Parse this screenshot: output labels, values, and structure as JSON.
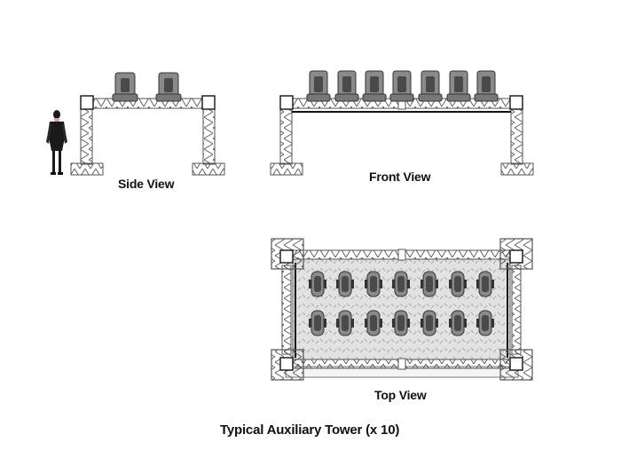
{
  "labels": {
    "side_view": "Side View",
    "front_view": "Front View",
    "top_view": "Top View",
    "caption": "Typical Auxiliary Tower (x 10)"
  },
  "colors": {
    "truss": "#555555",
    "fixture_body": "#8a8a8a",
    "fixture_dark": "#4a4a4a",
    "deck": "#d9d9d9",
    "figure": "#1a1a1a"
  },
  "views": {
    "side_view_fixture_count": 2,
    "front_view_fixture_count": 7,
    "top_view_fixture_rows": 2,
    "top_view_fixtures_per_row": 7
  }
}
